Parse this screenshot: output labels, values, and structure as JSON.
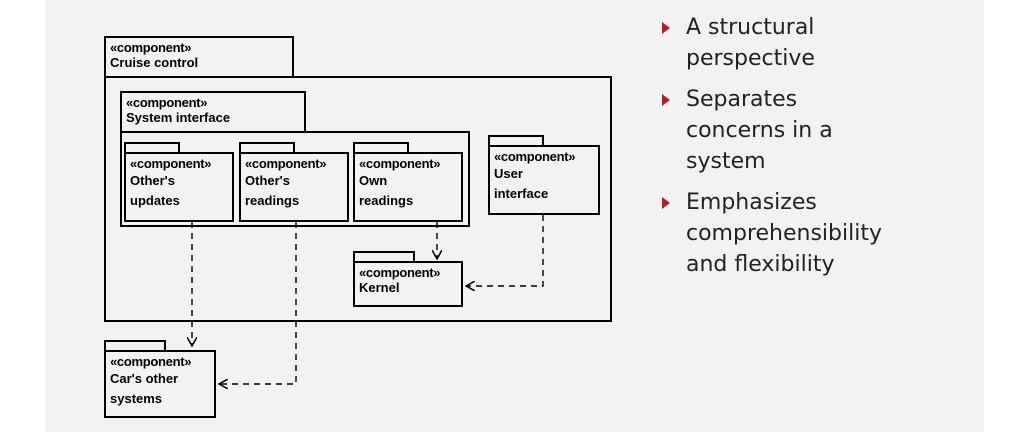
{
  "diagram": {
    "cruise_control": {
      "stereotype": "«component»",
      "name": "Cruise control"
    },
    "system_interface": {
      "stereotype": "«component»",
      "name": "System interface"
    },
    "others_updates": {
      "stereotype": "«component»",
      "name_line1": "Other's",
      "name_line2": "updates"
    },
    "others_readings": {
      "stereotype": "«component»",
      "name_line1": "Other's",
      "name_line2": "readings"
    },
    "own_readings": {
      "stereotype": "«component»",
      "name_line1": "Own",
      "name_line2": "readings"
    },
    "user_interface": {
      "stereotype": "«component»",
      "name_line1": "User",
      "name_line2": "interface"
    },
    "kernel": {
      "stereotype": "«component»",
      "name": "Kernel"
    },
    "cars_other_systems": {
      "stereotype": "«component»",
      "name_line1": "Car's other",
      "name_line2": "systems"
    }
  },
  "bullets": [
    {
      "text": "A structural perspective",
      "line1": "A structural",
      "line2": "perspective"
    },
    {
      "text": "Separates concerns in a system",
      "line1": "Separates",
      "line2": "concerns in a",
      "line3": "system"
    },
    {
      "text": "Emphasizes comprehensibility and flexibility",
      "line1": "Emphasizes",
      "line2": "comprehensibility",
      "line3": "and flexibility"
    }
  ],
  "colors": {
    "background": "#f2f2f2",
    "bullet_marker": "#b21f24",
    "line": "#000000"
  }
}
